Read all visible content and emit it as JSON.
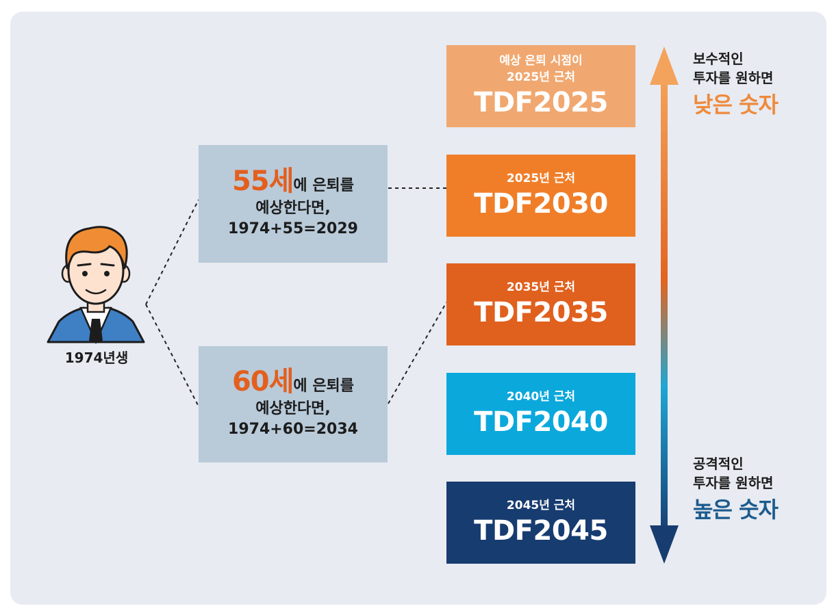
{
  "person": {
    "label": "1974년생"
  },
  "scenarios": [
    {
      "age": "55세",
      "line1_suffix": "에 은퇴를",
      "line2": "예상한다면,",
      "line3": "1974+55=2029"
    },
    {
      "age": "60세",
      "line1_suffix": "에 은퇴를",
      "line2": "예상한다면,",
      "line3": "1974+60=2034"
    }
  ],
  "funds": [
    {
      "sub1": "예상 은퇴 시점이",
      "sub2": "2025년 근처",
      "name": "TDF2025",
      "color": "#f0a870"
    },
    {
      "sub1": "2025년 근처",
      "name": "TDF2030",
      "color": "#f07e28"
    },
    {
      "sub1": "2035년 근처",
      "name": "TDF2035",
      "color": "#e0601e"
    },
    {
      "sub1": "2040년 근처",
      "name": "TDF2040",
      "color": "#0ba8dc"
    },
    {
      "sub1": "2045년 근처",
      "name": "TDF2045",
      "color": "#173c70"
    }
  ],
  "conservative": {
    "line1": "보수적인",
    "line2": "투자를 원하면",
    "highlight": "낮은 숫자",
    "color": "#ee8a3c"
  },
  "aggressive": {
    "line1": "공격적인",
    "line2": "투자를 원하면",
    "highlight": "높은 숫자",
    "color": "#1b5b8e"
  },
  "colors": {
    "panel": "#e8ebf1",
    "scenario_box": "#b9cad9",
    "age_accent": "#e35f1e"
  }
}
